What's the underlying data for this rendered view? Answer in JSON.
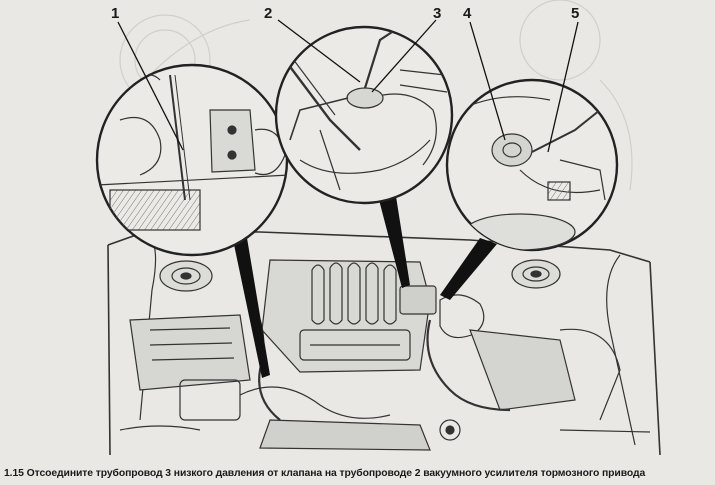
{
  "figure": {
    "callouts": [
      "1",
      "2",
      "3",
      "4",
      "5"
    ],
    "caption": "1.15 Отсоедините трубопровод 3 низкого давления от клапана на трубопроводе 2 вакуумного усилителя тормозного привода"
  }
}
